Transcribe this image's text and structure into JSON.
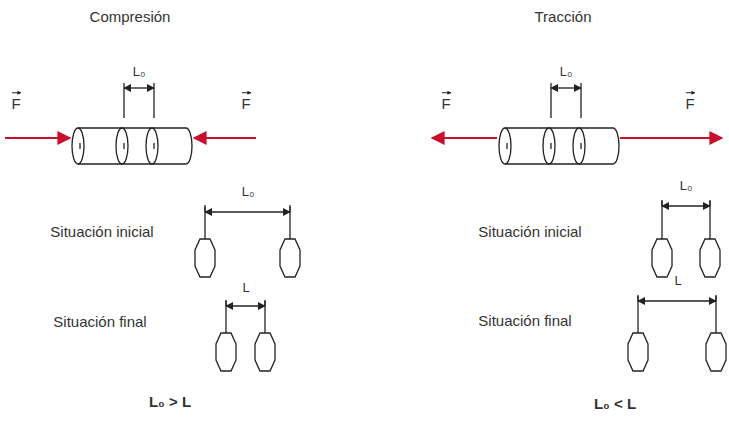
{
  "diagram": {
    "labels": [
      "Compresión",
      "Tracción",
      "F",
      "F",
      "F",
      "F",
      "L₀",
      "L₀",
      "L₀",
      "Situación inicial",
      "L₀",
      "Situación inicial",
      "L",
      "Situación final",
      "L",
      "Situación final",
      "L₀ > L",
      "L₀ < L"
    ]
  }
}
